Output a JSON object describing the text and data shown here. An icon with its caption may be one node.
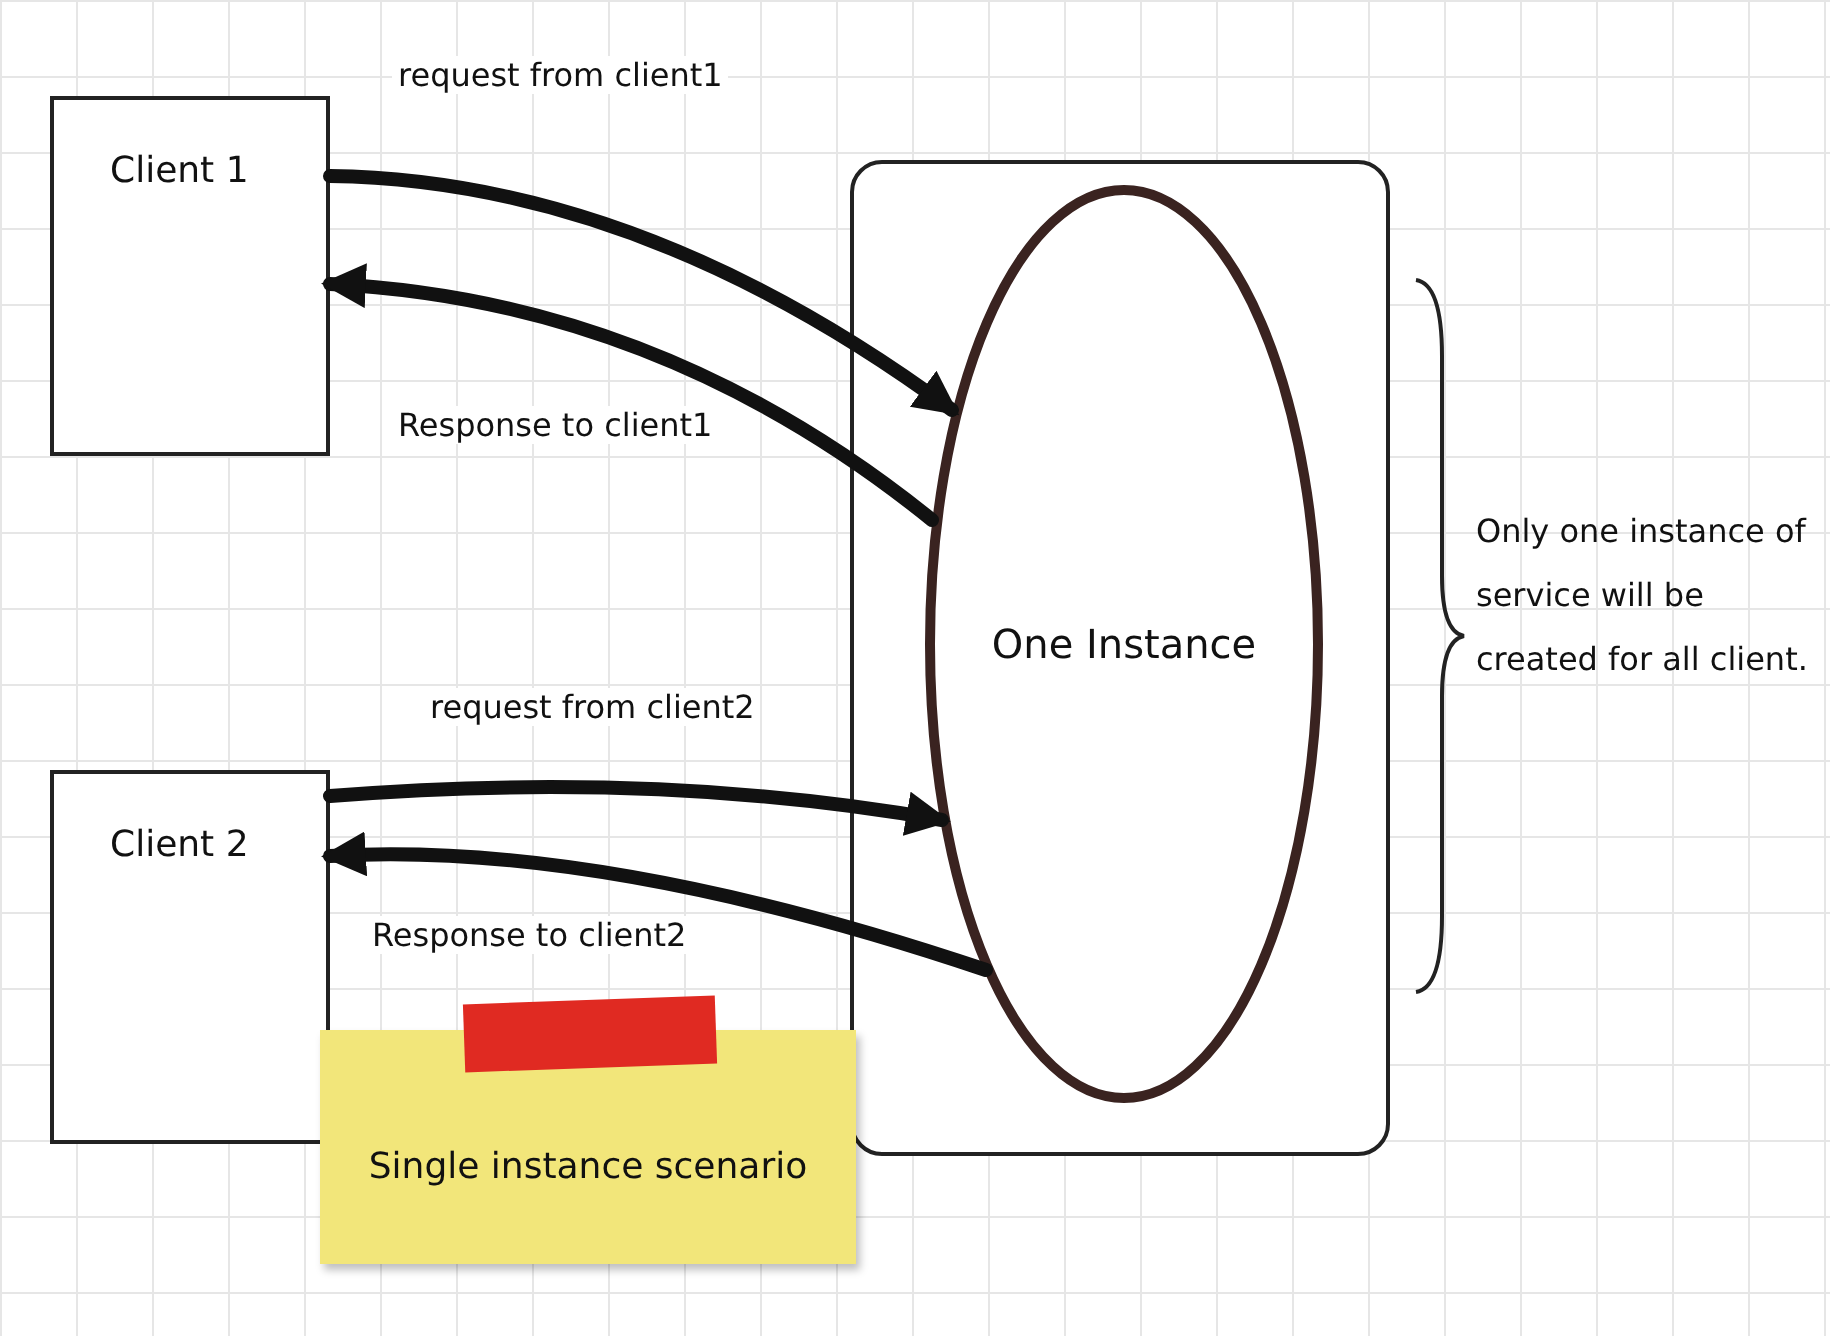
{
  "diagram": {
    "nodes": [
      {
        "text": [
          "Client 1"
        ]
      },
      {
        "text": [
          "Client 2"
        ]
      },
      {
        "text": [],
        "shape": "box"
      },
      {
        "text": [
          "One Instance"
        ],
        "in": 2
      },
      {
        "text": [
          "Single instance scenario"
        ]
      }
    ],
    "edges": [
      {
        "from": 0,
        "to": 3,
        "arrow": "to",
        "label": "request from client1"
      },
      {
        "from": 3,
        "to": 0,
        "arrow": "to",
        "label": "Response to client1"
      },
      {
        "from": 1,
        "to": 3,
        "arrow": "to",
        "label": "request from client2"
      },
      {
        "from": 3,
        "to": 1,
        "arrow": "to",
        "label": "Response  to client2"
      }
    ],
    "labels": [
      "Only one instance of service will be created for all client."
    ]
  }
}
